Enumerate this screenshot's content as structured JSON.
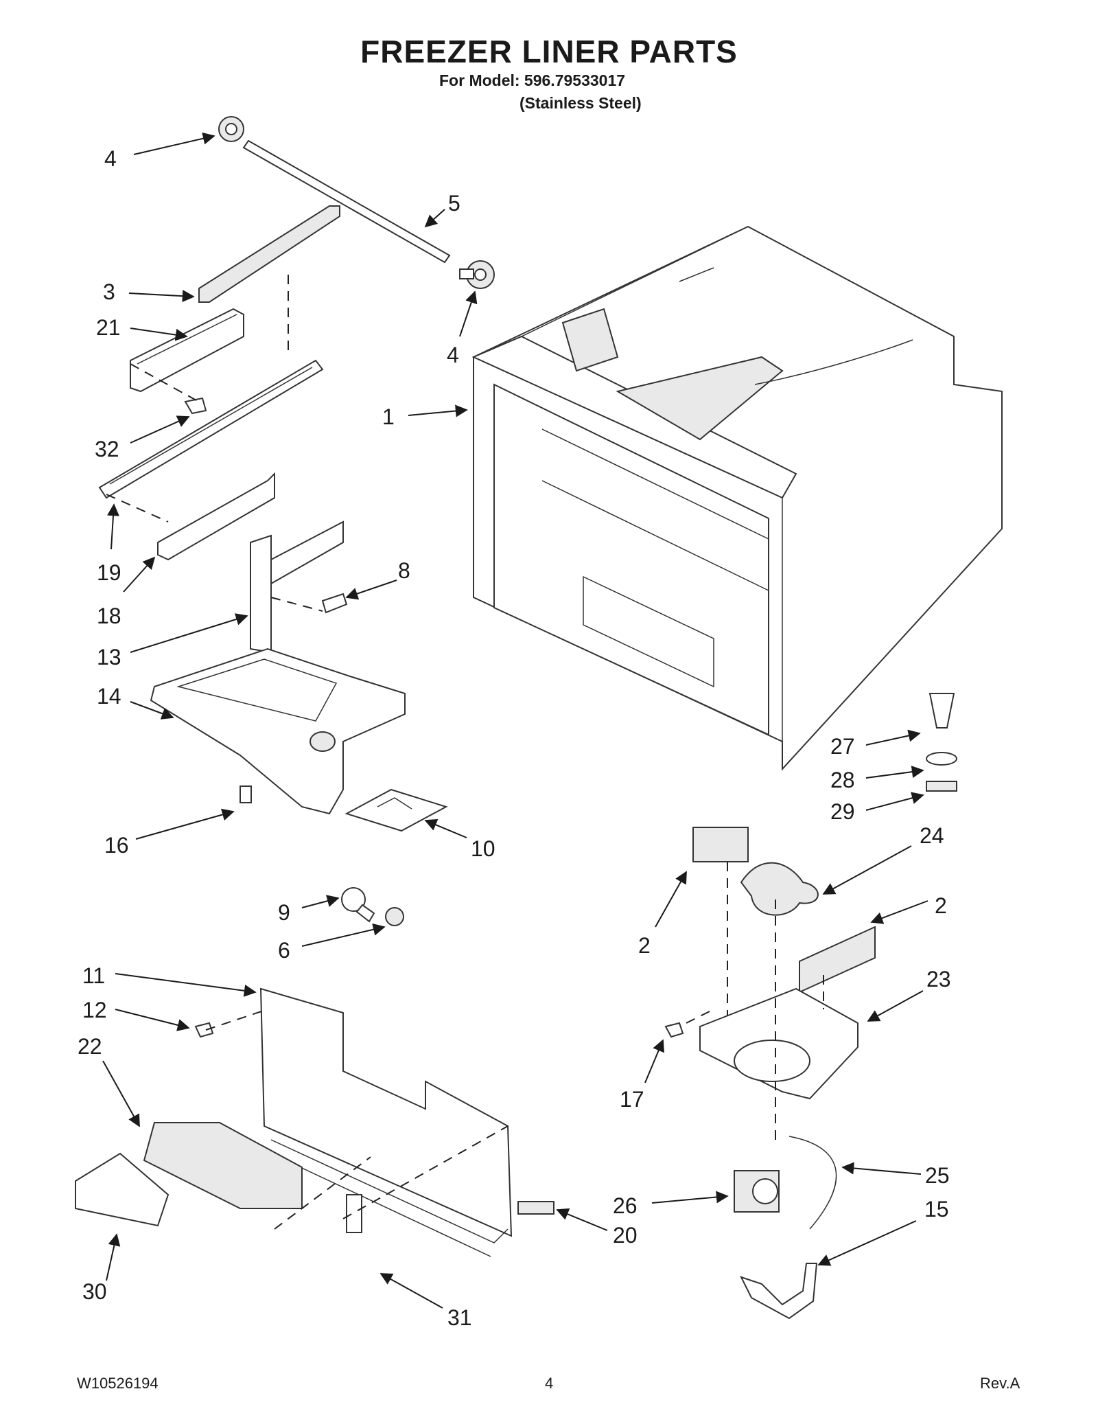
{
  "title": "FREEZER LINER PARTS",
  "model_line": "For Model: 596.79533017",
  "variant_line": "(Stainless Steel)",
  "callouts": [
    {
      "id": "c4a",
      "label": "4"
    },
    {
      "id": "c5",
      "label": "5"
    },
    {
      "id": "c3",
      "label": "3"
    },
    {
      "id": "c21",
      "label": "21"
    },
    {
      "id": "c4b",
      "label": "4"
    },
    {
      "id": "c1",
      "label": "1"
    },
    {
      "id": "c32",
      "label": "32"
    },
    {
      "id": "c19",
      "label": "19"
    },
    {
      "id": "c8",
      "label": "8"
    },
    {
      "id": "c18",
      "label": "18"
    },
    {
      "id": "c13",
      "label": "13"
    },
    {
      "id": "c14",
      "label": "14"
    },
    {
      "id": "c27",
      "label": "27"
    },
    {
      "id": "c28",
      "label": "28"
    },
    {
      "id": "c29",
      "label": "29"
    },
    {
      "id": "c16",
      "label": "16"
    },
    {
      "id": "c10",
      "label": "10"
    },
    {
      "id": "c24",
      "label": "24"
    },
    {
      "id": "c9",
      "label": "9"
    },
    {
      "id": "c2a",
      "label": "2"
    },
    {
      "id": "c2b",
      "label": "2"
    },
    {
      "id": "c6",
      "label": "6"
    },
    {
      "id": "c11",
      "label": "11"
    },
    {
      "id": "c23",
      "label": "23"
    },
    {
      "id": "c12",
      "label": "12"
    },
    {
      "id": "c22",
      "label": "22"
    },
    {
      "id": "c17",
      "label": "17"
    },
    {
      "id": "c25",
      "label": "25"
    },
    {
      "id": "c26",
      "label": "26"
    },
    {
      "id": "c20",
      "label": "20"
    },
    {
      "id": "c15",
      "label": "15"
    },
    {
      "id": "c30",
      "label": "30"
    },
    {
      "id": "c31",
      "label": "31"
    }
  ],
  "footer": {
    "doc_number": "W10526194",
    "page": "4",
    "revision": "Rev.A"
  }
}
